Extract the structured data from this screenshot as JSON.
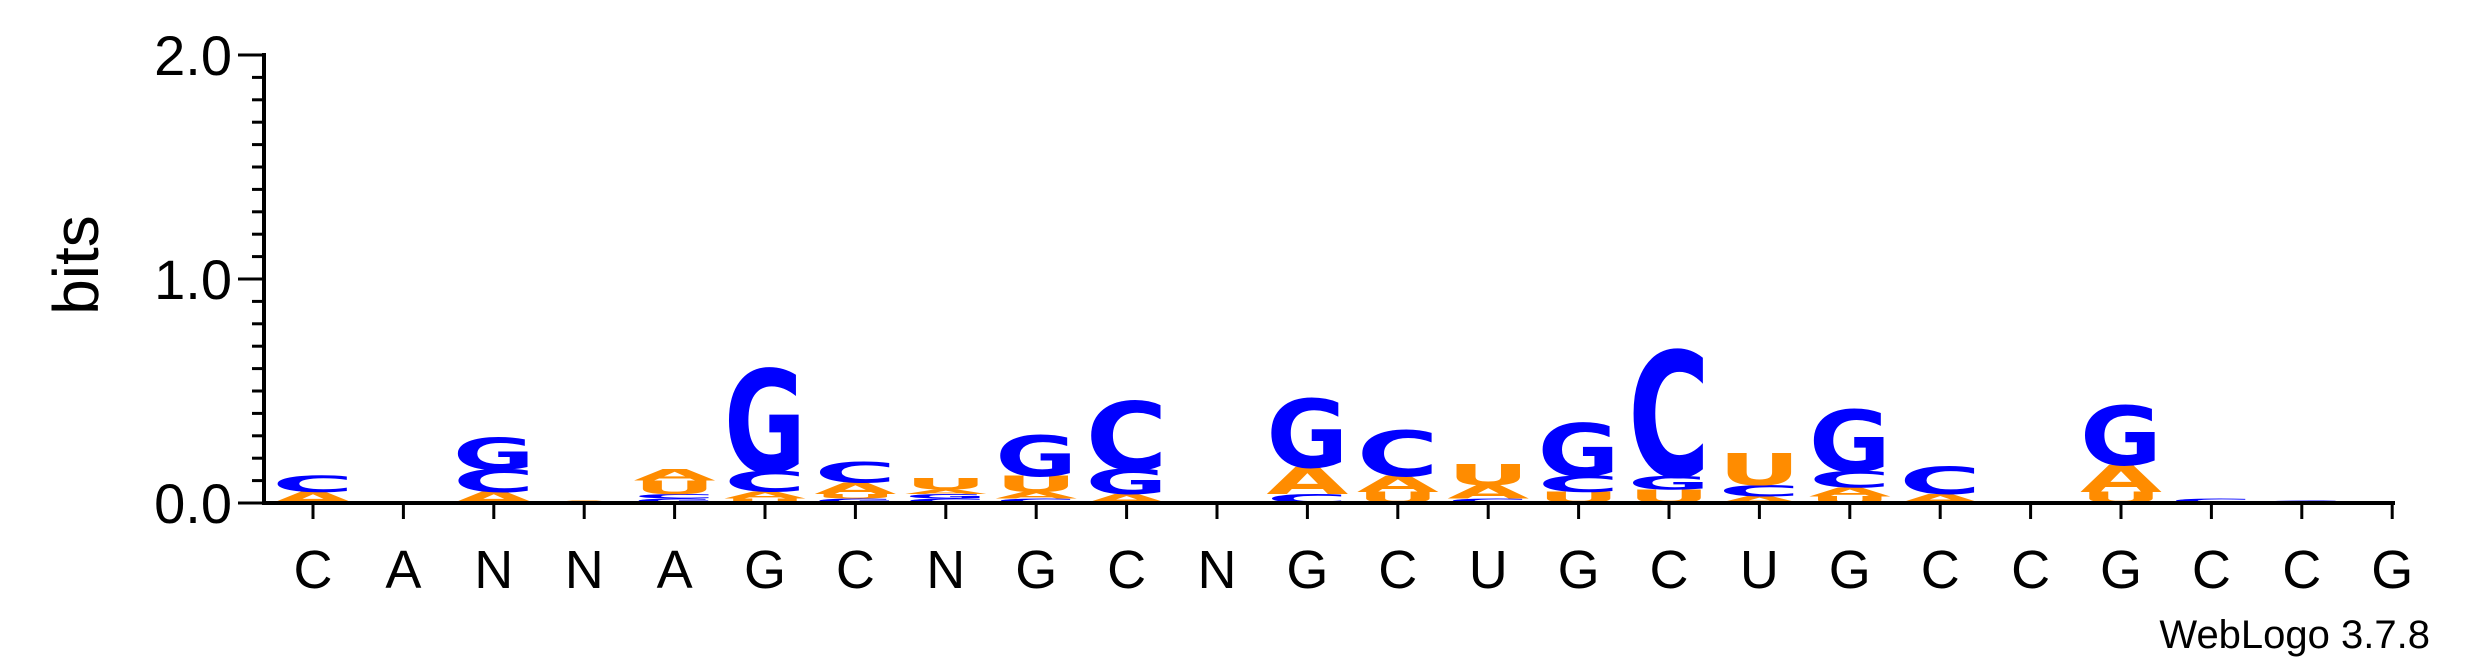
{
  "chart_data": {
    "type": "sequence-logo",
    "ylabel": "bits",
    "ylim": [
      0,
      2.0
    ],
    "yticks": [
      "0.0",
      "1.0",
      "2.0"
    ],
    "positions": [
      "C",
      "A",
      "N",
      "N",
      "A",
      "G",
      "C",
      "N",
      "G",
      "C",
      "N",
      "G",
      "C",
      "U",
      "G",
      "C",
      "U",
      "G",
      "C",
      "C",
      "G",
      "C",
      "C",
      "G"
    ],
    "colors": {
      "A": "#ff8c00",
      "U": "#ff8c00",
      "C": "#0000ff",
      "G": "#0000ff"
    },
    "stacks": [
      [
        [
          "A",
          0.05
        ],
        [
          "C",
          0.07
        ]
      ],
      [],
      [
        [
          "A",
          0.05
        ],
        [
          "C",
          0.1
        ],
        [
          "G",
          0.14
        ]
      ],
      [
        [
          "A",
          0.01
        ]
      ],
      [
        [
          "G",
          0.02
        ],
        [
          "C",
          0.02
        ],
        [
          "U",
          0.06
        ],
        [
          "A",
          0.05
        ]
      ],
      [
        [
          "U",
          0.02
        ],
        [
          "A",
          0.03
        ],
        [
          "C",
          0.09
        ],
        [
          "G",
          0.45
        ]
      ],
      [
        [
          "G",
          0.02
        ],
        [
          "U",
          0.02
        ],
        [
          "A",
          0.05
        ],
        [
          "C",
          0.09
        ]
      ],
      [
        [
          "C",
          0.02
        ],
        [
          "G",
          0.02
        ],
        [
          "A",
          0.02
        ],
        [
          "U",
          0.05
        ]
      ],
      [
        [
          "C",
          0.02
        ],
        [
          "A",
          0.03
        ],
        [
          "U",
          0.07
        ],
        [
          "G",
          0.18
        ]
      ],
      [
        [
          "A",
          0.04
        ],
        [
          "G",
          0.11
        ],
        [
          "C",
          0.3
        ]
      ],
      [],
      [
        [
          "C",
          0.04
        ],
        [
          "A",
          0.12
        ],
        [
          "G",
          0.3
        ]
      ],
      [
        [
          "U",
          0.05
        ],
        [
          "A",
          0.07
        ],
        [
          "C",
          0.2
        ]
      ],
      [
        [
          "C",
          0.02
        ],
        [
          "A",
          0.06
        ],
        [
          "U",
          0.09
        ]
      ],
      [
        [
          "U",
          0.05
        ],
        [
          "C",
          0.07
        ],
        [
          "G",
          0.23
        ]
      ],
      [
        [
          "U",
          0.06
        ],
        [
          "G",
          0.06
        ],
        [
          "C",
          0.55
        ]
      ],
      [
        [
          "A",
          0.03
        ],
        [
          "C",
          0.05
        ],
        [
          "U",
          0.14
        ]
      ],
      [
        [
          "U",
          0.03
        ],
        [
          "A",
          0.04
        ],
        [
          "C",
          0.07
        ],
        [
          "G",
          0.27
        ]
      ],
      [
        [
          "A",
          0.04
        ],
        [
          "C",
          0.12
        ]
      ],
      [],
      [
        [
          "U",
          0.05
        ],
        [
          "A",
          0.12
        ],
        [
          "G",
          0.26
        ]
      ],
      [
        [
          "C",
          0.02
        ]
      ],
      [
        [
          "C",
          0.01
        ]
      ],
      []
    ],
    "credit": "WebLogo 3.7.8"
  }
}
